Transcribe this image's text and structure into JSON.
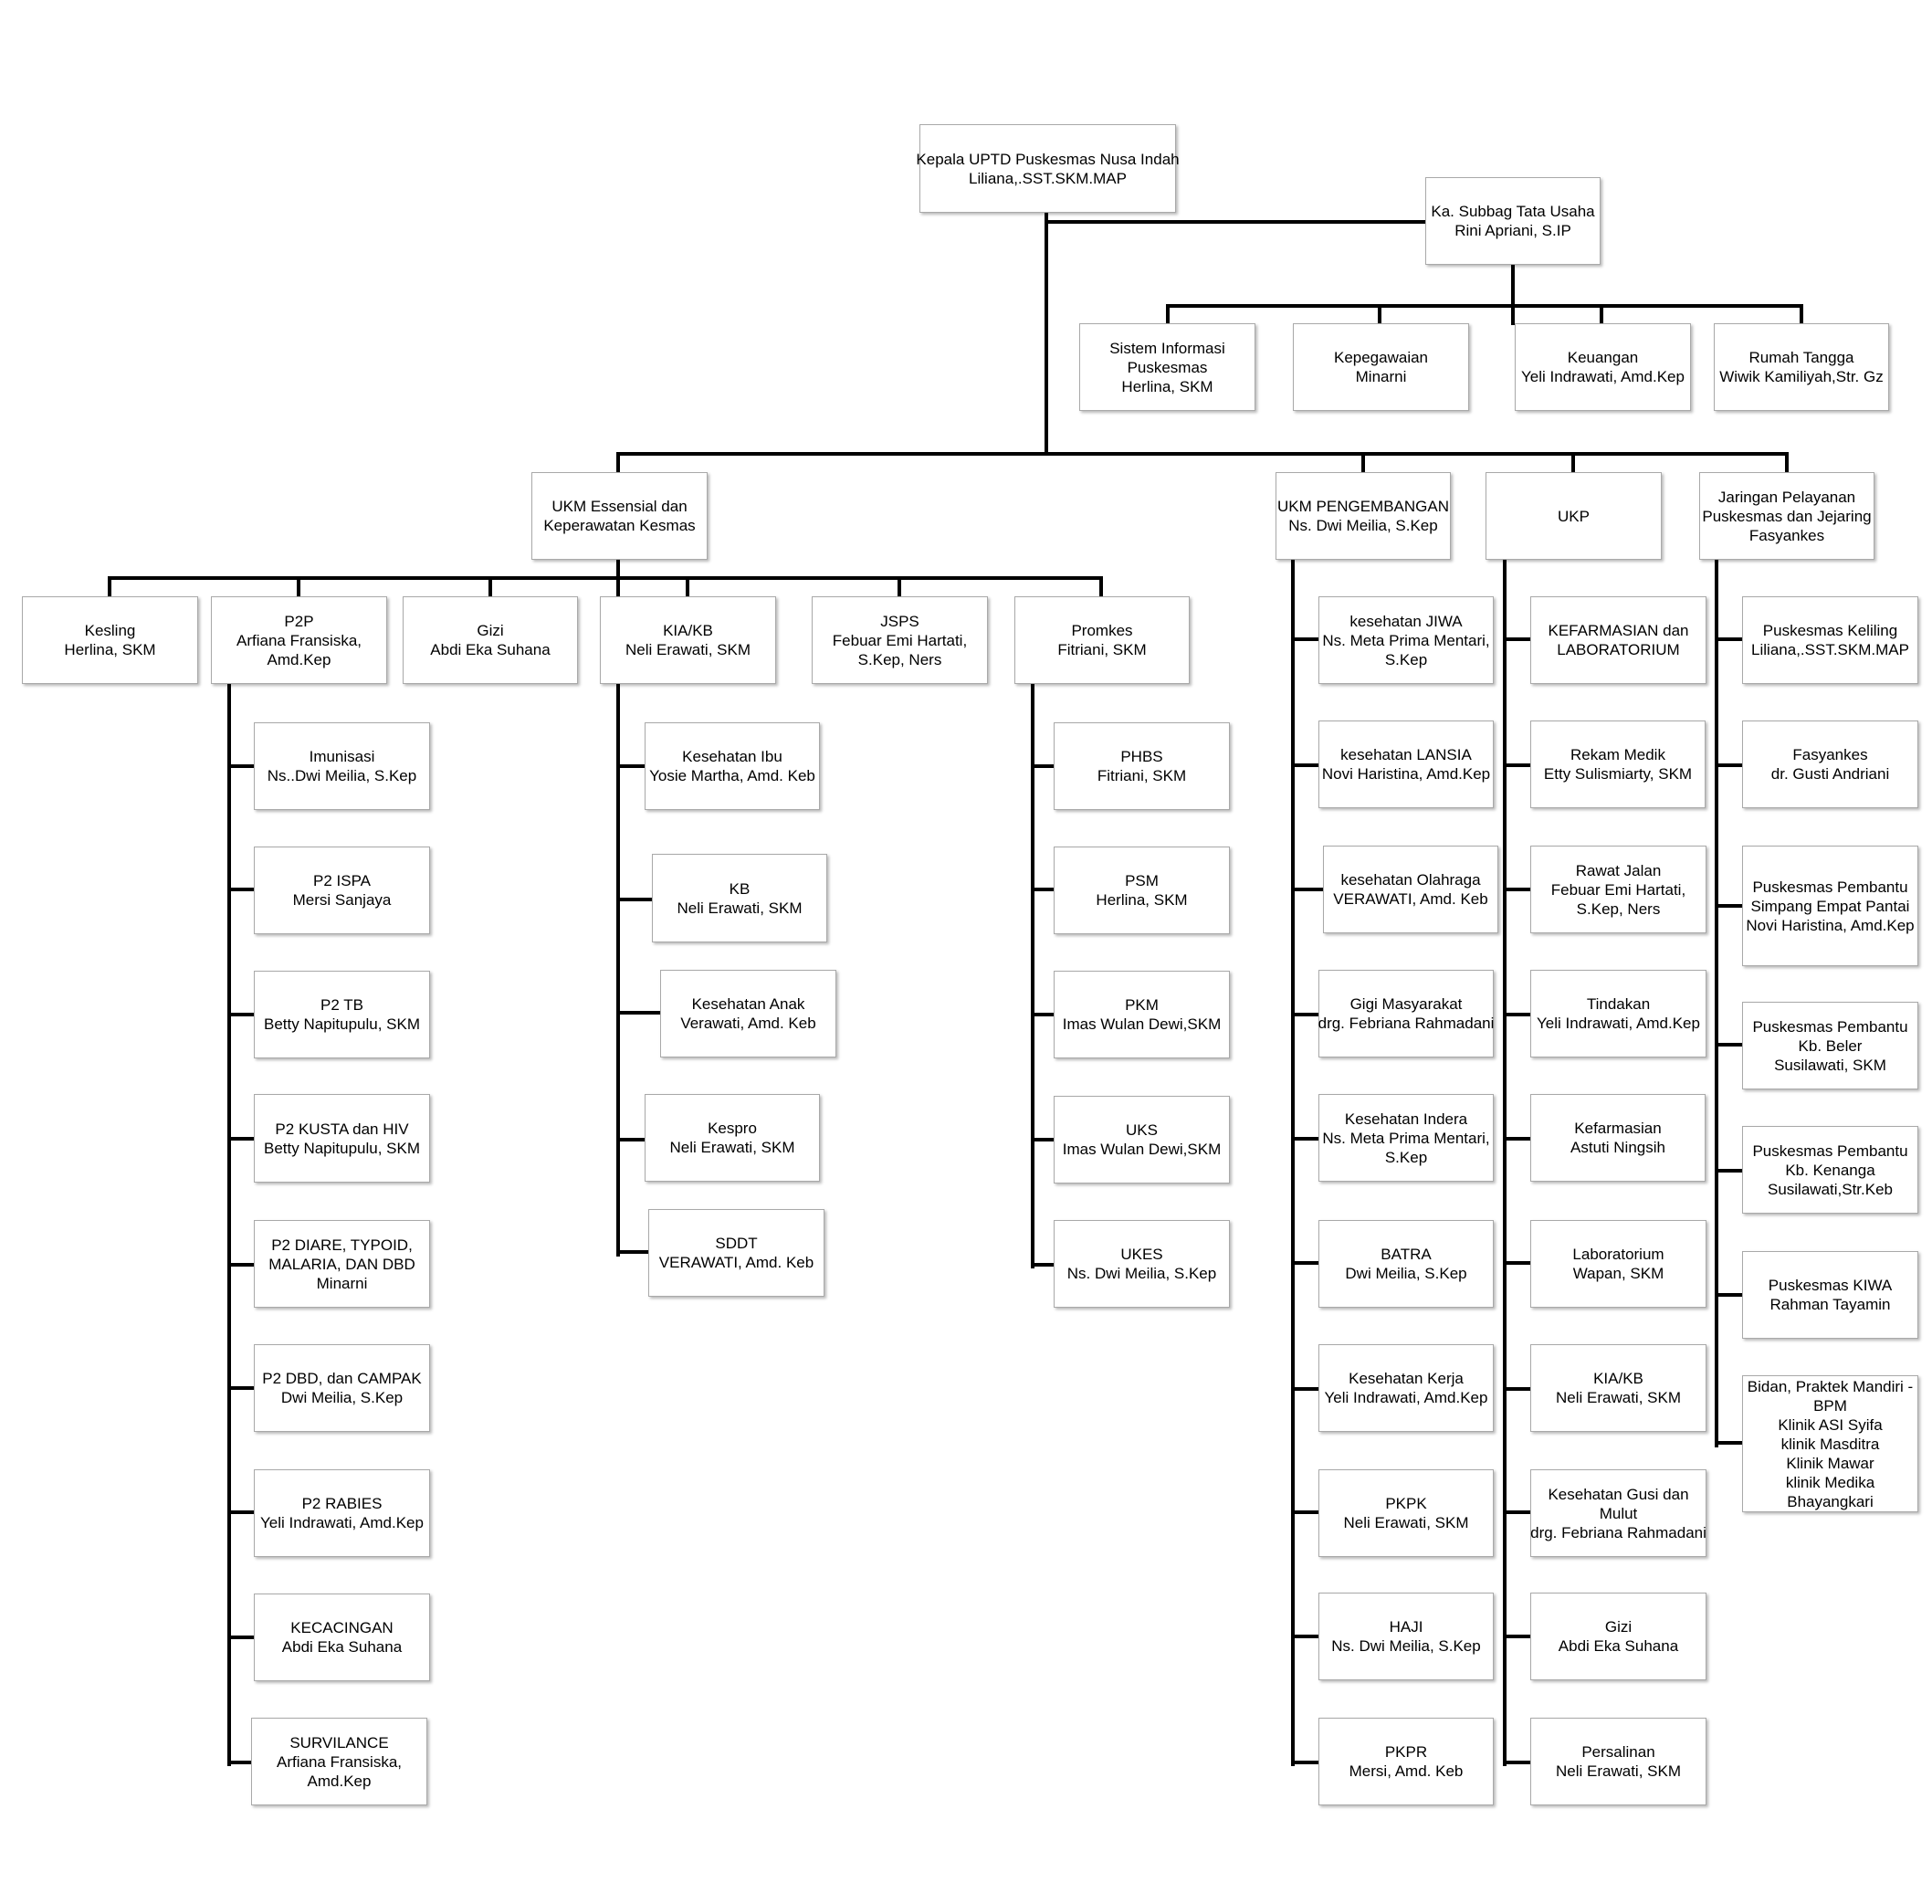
{
  "nodes": {
    "head": [
      "Kepala UPTD Puskesmas Nusa Indah",
      "Liliana,.SST.SKM.MAP"
    ],
    "tu": [
      "Ka. Subbag Tata Usaha",
      "Rini Apriani, S.IP"
    ],
    "tu1": [
      "Sistem Informasi",
      "Puskesmas",
      "Herlina, SKM"
    ],
    "tu2": [
      "Kepegawaian",
      "Minarni"
    ],
    "tu3": [
      "Keuangan",
      "Yeli Indrawati, Amd.Kep"
    ],
    "tu4": [
      "Rumah Tangga",
      "Wiwik Kamiliyah,Str. Gz"
    ],
    "ukme": [
      "UKM Essensial dan",
      "Keperawatan Kesmas"
    ],
    "ukmp": [
      "UKM PENGEMBANGAN",
      "Ns. Dwi Meilia, S.Kep"
    ],
    "ukp": [
      "UKP"
    ],
    "jar": [
      "Jaringan Pelayanan",
      "Puskesmas dan Jejaring",
      "Fasyankes"
    ],
    "kesling": [
      "Kesling",
      "Herlina, SKM"
    ],
    "p2p": [
      "P2P",
      "Arfiana Fransiska,",
      "Amd.Kep"
    ],
    "gizi": [
      "Gizi",
      "Abdi Eka Suhana"
    ],
    "kiakb": [
      "KIA/KB",
      "Neli Erawati, SKM"
    ],
    "jsps": [
      "JSPS",
      "Febuar Emi Hartati,",
      "S.Kep, Ners"
    ],
    "promkes": [
      "Promkes",
      "Fitriani, SKM"
    ],
    "p2_1": [
      "Imunisasi",
      "Ns..Dwi Meilia, S.Kep"
    ],
    "p2_2": [
      "P2 ISPA",
      "Mersi Sanjaya"
    ],
    "p2_3": [
      "P2 TB",
      "Betty Napitupulu, SKM"
    ],
    "p2_4": [
      "P2 KUSTA dan HIV",
      "Betty Napitupulu, SKM"
    ],
    "p2_5": [
      "P2 DIARE, TYPOID,",
      "MALARIA, DAN DBD",
      "Minarni"
    ],
    "p2_6": [
      "P2 DBD, dan  CAMPAK",
      "Dwi Meilia, S.Kep"
    ],
    "p2_7": [
      "P2 RABIES",
      "Yeli Indrawati, Amd.Kep"
    ],
    "p2_8": [
      "KECACINGAN",
      "Abdi Eka Suhana"
    ],
    "p2_9": [
      "SURVILANCE",
      "Arfiana Fransiska,",
      "Amd.Kep"
    ],
    "kia_1": [
      "Kesehatan Ibu",
      "Yosie Martha, Amd. Keb"
    ],
    "kia_2": [
      "KB",
      "Neli Erawati, SKM"
    ],
    "kia_3": [
      "Kesehatan Anak",
      "Verawati, Amd. Keb"
    ],
    "kia_4": [
      "Kespro",
      "Neli Erawati, SKM"
    ],
    "kia_5": [
      "SDDT",
      "VERAWATI, Amd. Keb"
    ],
    "pr_1": [
      "PHBS",
      "Fitriani, SKM"
    ],
    "pr_2": [
      "PSM",
      "Herlina, SKM"
    ],
    "pr_3": [
      "PKM",
      "Imas Wulan Dewi,SKM"
    ],
    "pr_4": [
      "UKS",
      "Imas Wulan Dewi,SKM"
    ],
    "pr_5": [
      "UKES",
      "Ns. Dwi Meilia, S.Kep"
    ],
    "ukmp_1": [
      "kesehatan JIWA",
      "Ns. Meta Prima Mentari,",
      "S.Kep"
    ],
    "ukmp_2": [
      "kesehatan LANSIA",
      "Novi Haristina, Amd.Kep"
    ],
    "ukmp_3": [
      "kesehatan Olahraga",
      "VERAWATI, Amd. Keb"
    ],
    "ukmp_4": [
      "Gigi Masyarakat",
      "drg. Febriana Rahmadani"
    ],
    "ukmp_5": [
      "Kesehatan Indera",
      "Ns. Meta Prima Mentari,",
      "S.Kep"
    ],
    "ukmp_6": [
      "BATRA",
      "Dwi Meilia, S.Kep"
    ],
    "ukmp_7": [
      "Kesehatan Kerja",
      "Yeli Indrawati, Amd.Kep"
    ],
    "ukmp_8": [
      "PKPK",
      "Neli Erawati, SKM"
    ],
    "ukmp_9": [
      "HAJI",
      "Ns. Dwi Meilia, S.Kep"
    ],
    "ukmp_10": [
      "PKPR",
      "Mersi, Amd. Keb"
    ],
    "ukp_1": [
      "KEFARMASIAN dan",
      "LABORATORIUM"
    ],
    "ukp_2": [
      "Rekam Medik",
      "Etty Sulismiarty, SKM"
    ],
    "ukp_3": [
      "Rawat Jalan",
      "Febuar Emi Hartati,",
      "S.Kep, Ners"
    ],
    "ukp_4": [
      "Tindakan",
      "Yeli Indrawati, Amd.Kep"
    ],
    "ukp_5": [
      "Kefarmasian",
      "Astuti Ningsih"
    ],
    "ukp_6": [
      "Laboratorium",
      "Wapan, SKM"
    ],
    "ukp_7": [
      "KIA/KB",
      "Neli Erawati, SKM"
    ],
    "ukp_8": [
      "Kesehatan Gusi dan",
      "Mulut",
      "drg. Febriana Rahmadani"
    ],
    "ukp_9": [
      "Gizi",
      "Abdi Eka Suhana"
    ],
    "ukp_10": [
      "Persalinan",
      "Neli Erawati, SKM"
    ],
    "jar_1": [
      "Puskesmas Keliling",
      "Liliana,.SST.SKM.MAP"
    ],
    "jar_2": [
      "Fasyankes",
      "dr. Gusti Andriani"
    ],
    "jar_3": [
      "Puskesmas Pembantu",
      "Simpang Empat Pantai",
      "Novi Haristina, Amd.Kep"
    ],
    "jar_4": [
      "Puskesmas Pembantu",
      "Kb. Beler",
      "Susilawati, SKM"
    ],
    "jar_5": [
      "Puskesmas Pembantu",
      "Kb. Kenanga",
      "Susilawati,Str.Keb"
    ],
    "jar_6": [
      "Puskesmas KIWA",
      "Rahman Tayamin"
    ],
    "jar_7": [
      "Bidan, Praktek Mandiri -",
      "BPM",
      "Klinik ASI Syifa",
      "klinik Masditra",
      "Klinik Mawar",
      "klinik Medika",
      "Bhayangkari"
    ]
  }
}
